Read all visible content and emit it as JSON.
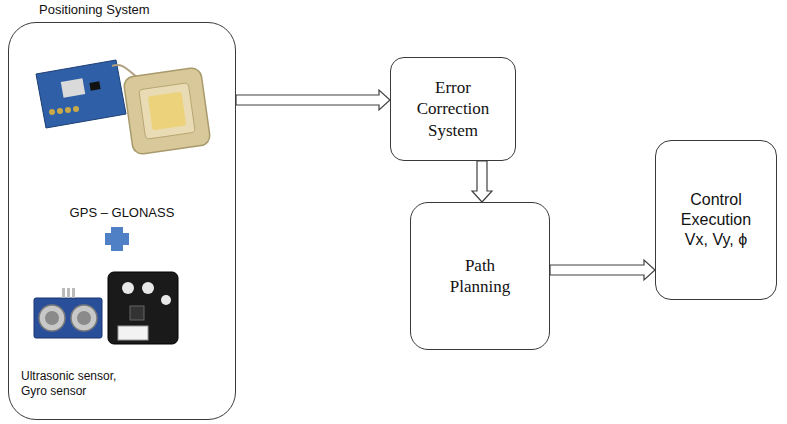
{
  "diagram": {
    "nodes": [
      {
        "text": [
          "Positioning System",
          "GPS – GLONASS",
          "Ultrasonic sensor, Gyro sensor"
        ]
      },
      {
        "text": [
          "Error Correction System"
        ]
      },
      {
        "text": [
          "Path Planning"
        ]
      },
      {
        "text": [
          "Control Execution",
          "Vx, Vy, ϕ"
        ]
      }
    ],
    "edges": [
      {
        "from": 0,
        "to": 1,
        "arrow": "to"
      },
      {
        "from": 1,
        "to": 2,
        "arrow": "to"
      },
      {
        "from": 2,
        "to": 3,
        "arrow": "to"
      }
    ]
  }
}
